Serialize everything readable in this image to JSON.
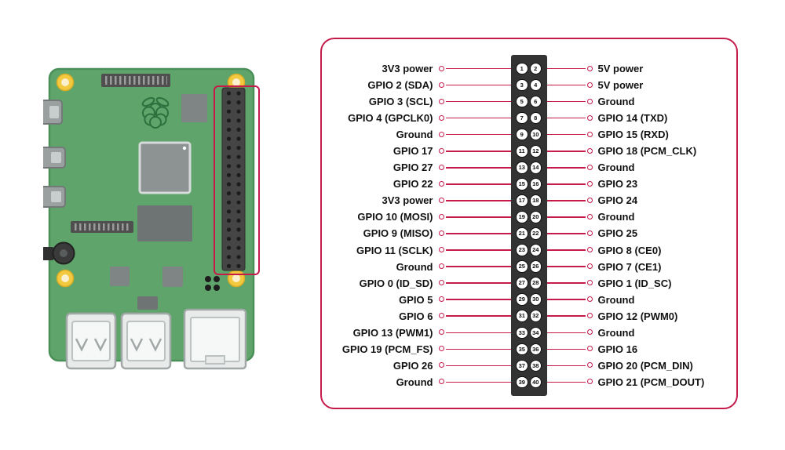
{
  "colors": {
    "accent": "#c51a4a",
    "board_green": "#5fa46a",
    "header_strip": "#333333"
  },
  "board": {
    "name": "Raspberry Pi board",
    "gpio_pin_count": 40
  },
  "pinout": {
    "rows": [
      {
        "left_label": "3V3 power",
        "left_pin": "1",
        "right_pin": "2",
        "right_label": "5V power"
      },
      {
        "left_label": "GPIO 2 (SDA)",
        "left_pin": "3",
        "right_pin": "4",
        "right_label": "5V power"
      },
      {
        "left_label": "GPIO 3 (SCL)",
        "left_pin": "5",
        "right_pin": "6",
        "right_label": "Ground"
      },
      {
        "left_label": "GPIO 4 (GPCLK0)",
        "left_pin": "7",
        "right_pin": "8",
        "right_label": "GPIO 14 (TXD)"
      },
      {
        "left_label": "Ground",
        "left_pin": "9",
        "right_pin": "10",
        "right_label": "GPIO 15 (RXD)"
      },
      {
        "left_label": "GPIO 17",
        "left_pin": "11",
        "right_pin": "12",
        "right_label": "GPIO 18 (PCM_CLK)"
      },
      {
        "left_label": "GPIO 27",
        "left_pin": "13",
        "right_pin": "14",
        "right_label": "Ground"
      },
      {
        "left_label": "GPIO 22",
        "left_pin": "15",
        "right_pin": "16",
        "right_label": "GPIO 23"
      },
      {
        "left_label": "3V3 power",
        "left_pin": "17",
        "right_pin": "18",
        "right_label": "GPIO 24"
      },
      {
        "left_label": "GPIO 10 (MOSI)",
        "left_pin": "19",
        "right_pin": "20",
        "right_label": "Ground"
      },
      {
        "left_label": "GPIO 9 (MISO)",
        "left_pin": "21",
        "right_pin": "22",
        "right_label": "GPIO 25"
      },
      {
        "left_label": "GPIO 11 (SCLK)",
        "left_pin": "23",
        "right_pin": "24",
        "right_label": "GPIO 8 (CE0)"
      },
      {
        "left_label": "Ground",
        "left_pin": "25",
        "right_pin": "26",
        "right_label": "GPIO 7 (CE1)"
      },
      {
        "left_label": "GPIO 0 (ID_SD)",
        "left_pin": "27",
        "right_pin": "28",
        "right_label": "GPIO 1 (ID_SC)"
      },
      {
        "left_label": "GPIO 5",
        "left_pin": "29",
        "right_pin": "30",
        "right_label": "Ground"
      },
      {
        "left_label": "GPIO 6",
        "left_pin": "31",
        "right_pin": "32",
        "right_label": "GPIO 12 (PWM0)"
      },
      {
        "left_label": "GPIO 13 (PWM1)",
        "left_pin": "33",
        "right_pin": "34",
        "right_label": "Ground"
      },
      {
        "left_label": "GPIO 19 (PCM_FS)",
        "left_pin": "35",
        "right_pin": "36",
        "right_label": "GPIO 16"
      },
      {
        "left_label": "GPIO 26",
        "left_pin": "37",
        "right_pin": "38",
        "right_label": "GPIO 20 (PCM_DIN)"
      },
      {
        "left_label": "Ground",
        "left_pin": "39",
        "right_pin": "40",
        "right_label": "GPIO 21 (PCM_DOUT)"
      }
    ]
  }
}
